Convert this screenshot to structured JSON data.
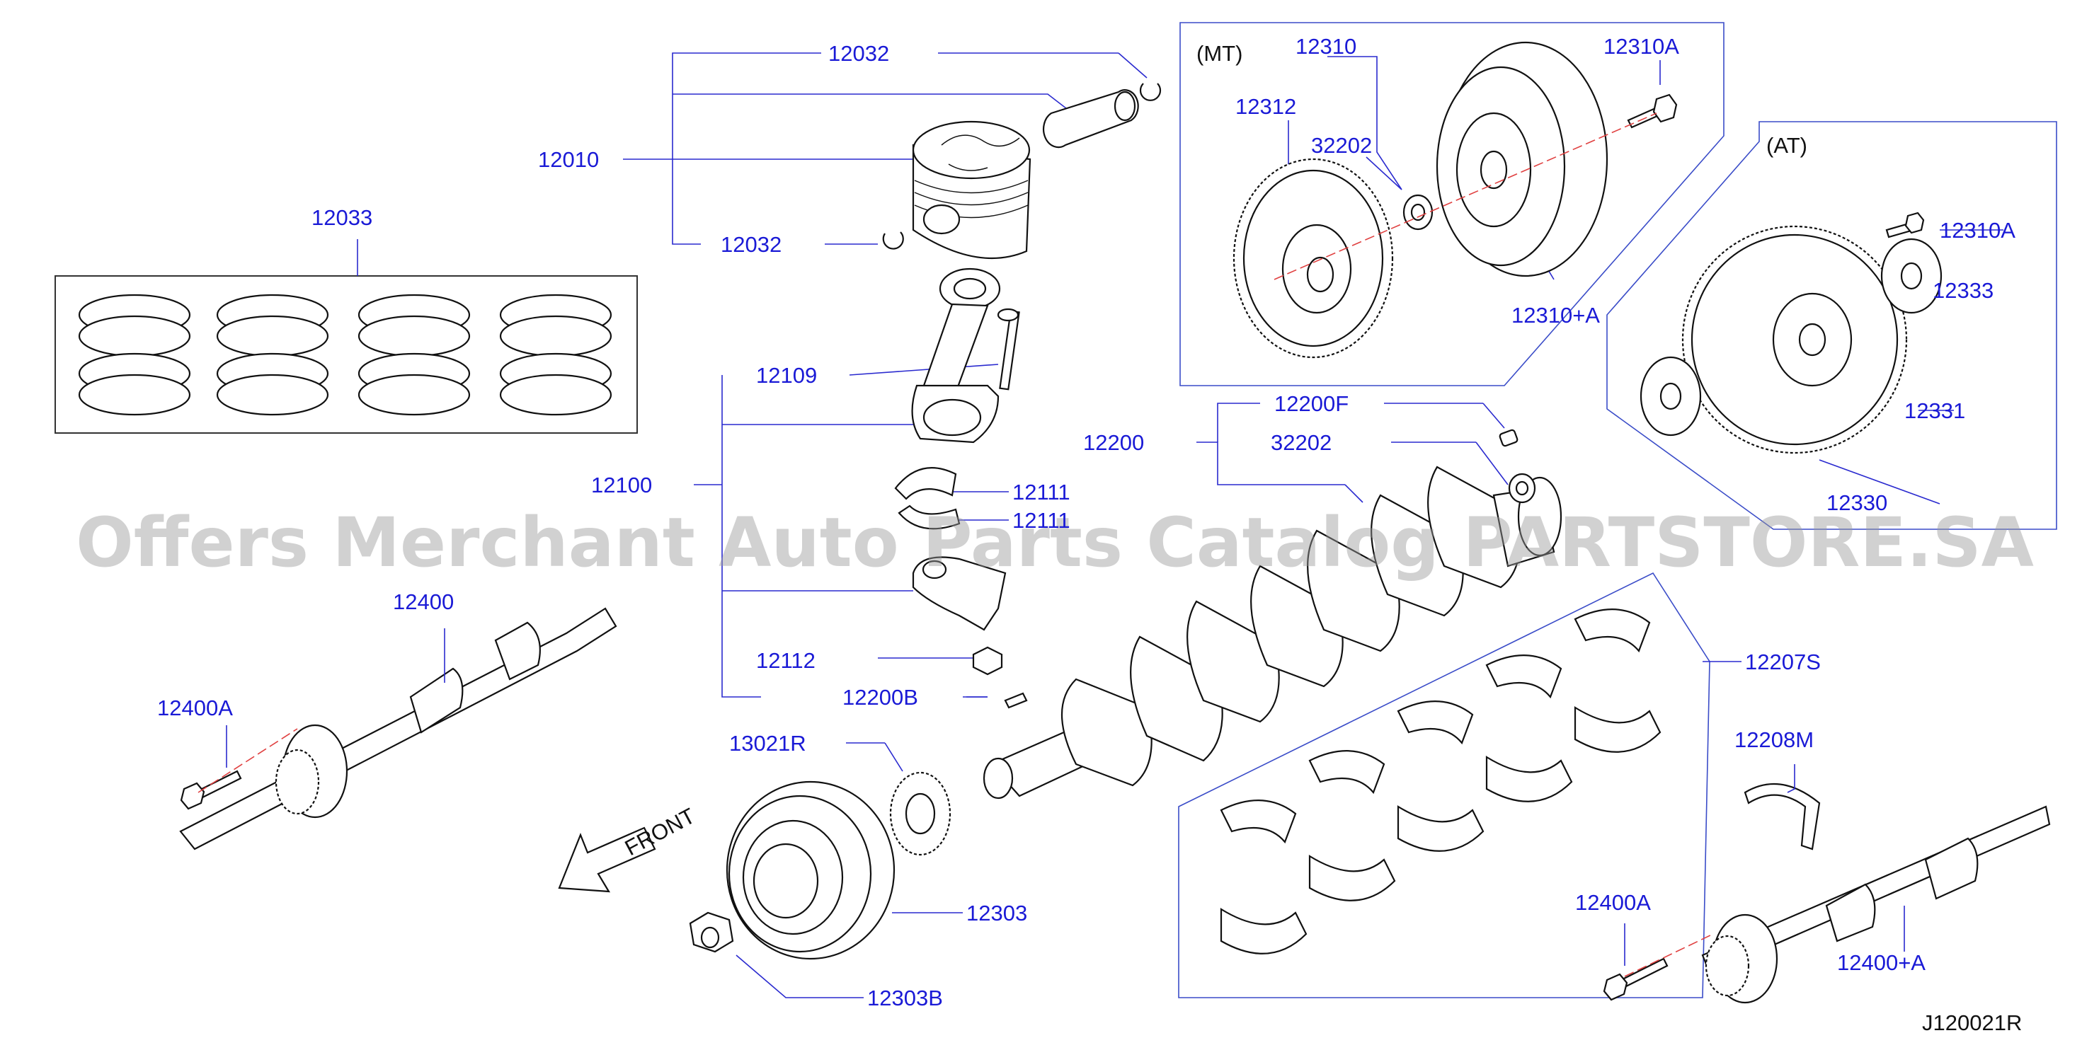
{
  "labels": {
    "l12032a": "12032",
    "l12010": "12010",
    "l12032b": "12032",
    "l12033": "12033",
    "l12109": "12109",
    "l12100": "12100",
    "l12111a": "12111",
    "l12111b": "12111",
    "l12112": "12112",
    "l12200F": "12200F",
    "l12200": "12200",
    "l32202b": "32202",
    "l12200B": "12200B",
    "l13021R": "13021R",
    "l12303": "12303",
    "l12303B": "12303B",
    "l12400": "12400",
    "l12400Aa": "12400A",
    "l12207S": "12207S",
    "l12208M": "12208M",
    "l12400Ab": "12400A",
    "l12400pA": "12400+A",
    "mt_tag": "(MT)",
    "l12310": "12310",
    "l12310A_mt": "12310A",
    "l12312": "12312",
    "l32202a": "32202",
    "l12310pA": "12310+A",
    "at_tag": "(AT)",
    "l12310A_at": "12310A",
    "l12333": "12333",
    "l12331": "12331",
    "l12330": "12330",
    "front": "FRONT",
    "code": "J120021R"
  },
  "watermark": "Offers Merchant Auto Parts Catalog PARTSTORE.SA",
  "colors": {
    "label": "#1a1ad6",
    "leader": "#2a2acf",
    "centerline": "#e04040",
    "watermark": "#9a9a9a"
  }
}
